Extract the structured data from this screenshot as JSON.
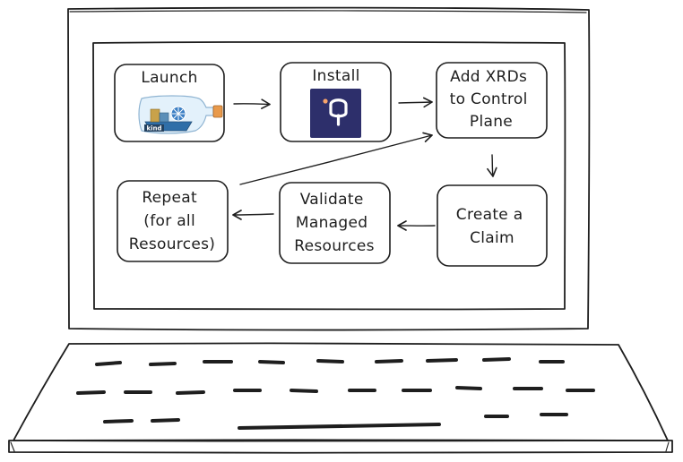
{
  "diagram": {
    "steps": [
      {
        "id": "launch",
        "lines": [
          "Launch"
        ],
        "logo_text": "kind"
      },
      {
        "id": "install",
        "lines": [
          "Install"
        ]
      },
      {
        "id": "add-xrds",
        "lines": [
          "Add XRDs",
          "to Control",
          "Plane"
        ]
      },
      {
        "id": "create-claim",
        "lines": [
          "Create a",
          "Claim"
        ]
      },
      {
        "id": "validate",
        "lines": [
          "Validate",
          "Managed",
          "Resources"
        ]
      },
      {
        "id": "repeat",
        "lines": [
          "Repeat",
          "(for all",
          "Resources)"
        ]
      }
    ],
    "colors": {
      "ink": "#1e1e1e",
      "crossplane_bg": "#2d2f6b",
      "crossplane_accent": "#f6a36b",
      "kind_blue": "#3b7fc4",
      "bottle_tint": "#e3f1fb"
    }
  }
}
